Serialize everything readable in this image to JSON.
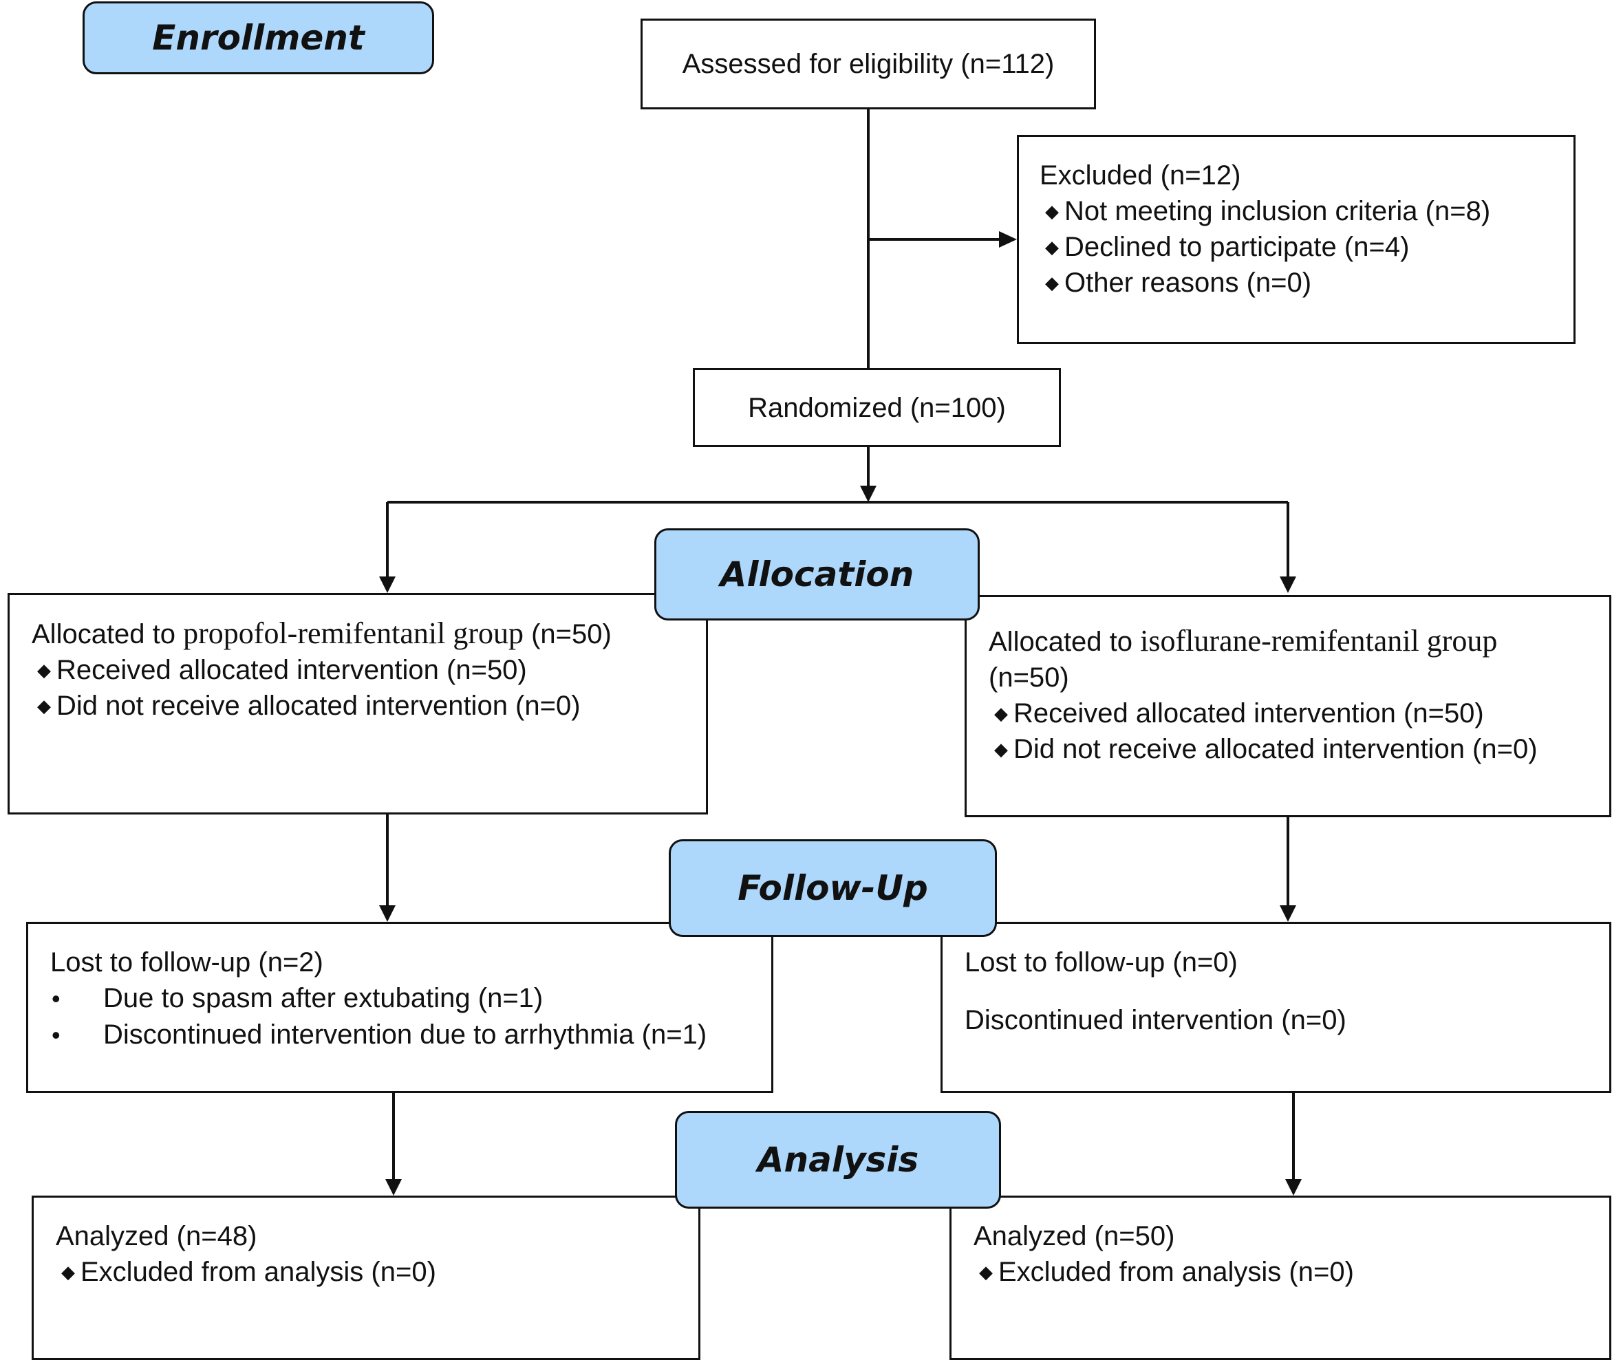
{
  "stages": {
    "enrollment": "Enrollment",
    "allocation": "Allocation",
    "follow_up": "Follow-Up",
    "analysis": "Analysis"
  },
  "assessed": "Assessed for eligibility (n=112)",
  "excluded": {
    "title": "Excluded (n=12)",
    "items": [
      "Not meeting inclusion criteria (n=8)",
      "Declined to participate (n=4)",
      "Other reasons (n=0)"
    ]
  },
  "randomized": "Randomized (n=100)",
  "allocated_left": {
    "prefix": "Allocated to ",
    "group": "propofol-remifentanil group",
    "suffix": " (n=50)",
    "items": [
      "Received allocated intervention (n=50)",
      "Did not receive allocated intervention (n=0)"
    ]
  },
  "allocated_right": {
    "prefix": "Allocated to ",
    "group": "isoflurane-remifentanil group",
    "suffix": "(n=50)",
    "items": [
      "Received allocated intervention (n=50)",
      "Did not receive allocated intervention (n=0)"
    ]
  },
  "followup_left": {
    "title": "Lost to follow-up (n=2)",
    "items": [
      "Due to spasm after extubating (n=1)",
      "Discontinued intervention due to arrhythmia (n=1)"
    ]
  },
  "followup_right": {
    "title": "Lost to follow-up (n=0)",
    "discontinued": "Discontinued intervention (n=0)"
  },
  "analysis_left": {
    "title": "Analyzed (n=48)",
    "items": [
      "Excluded from analysis (n=0)"
    ]
  },
  "analysis_right": {
    "title": "Analyzed (n=50)",
    "items": [
      "Excluded from analysis (n=0)"
    ]
  },
  "colors": {
    "stage_fill": "#aed8fb",
    "line": "#111111"
  }
}
